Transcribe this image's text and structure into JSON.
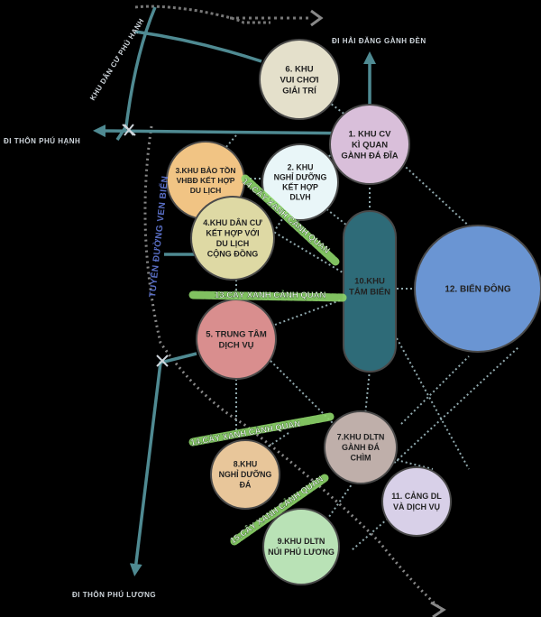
{
  "colors": {
    "background": "#000000",
    "road": "#4f8a92",
    "link": "#8fa8ad",
    "green_belt": "#8ed66b"
  },
  "zones": [
    {
      "id": "z6",
      "label": [
        "6. KHU",
        "VUI CHƠI",
        "GIẢI TRÍ"
      ],
      "color": "#e4e0cb"
    },
    {
      "id": "z1",
      "label": [
        "1. KHU CV",
        "KÌ QUAN",
        "GÀNH ĐÁ ĐĨA"
      ],
      "color": "#d9bfda"
    },
    {
      "id": "z3",
      "label": [
        "3.KHU BẢO TỒN",
        "VHBĐ  KẾT HỢP",
        "DU LỊCH"
      ],
      "color": "#f1c484"
    },
    {
      "id": "z2",
      "label": [
        "2. KHU",
        "NGHỈ DƯỠNG",
        "KẾT HỢP",
        "DLVH"
      ],
      "color": "#e9f6f8"
    },
    {
      "id": "z4",
      "label": [
        "4.KHU DÂN CƯ",
        "KẾT HỢP VỚI",
        "DU LỊCH",
        "CỘNG ĐỒNG"
      ],
      "color": "#ded9a4"
    },
    {
      "id": "z5",
      "label": [
        "5. TRUNG TÂM",
        "DỊCH VỤ"
      ],
      "color": "#d98e8e"
    },
    {
      "id": "z10",
      "label": [
        "10.KHU",
        "TẮM BIỂN"
      ],
      "color": "#2e6b78"
    },
    {
      "id": "z12",
      "label": [
        "12. BIỂN ĐÔNG"
      ],
      "color": "#6a95d3"
    },
    {
      "id": "z7",
      "label": [
        "7.KHU DLTN",
        "GÀNH ĐÁ",
        "CHÌM"
      ],
      "color": "#bfafaa"
    },
    {
      "id": "z8",
      "label": [
        "8.KHU",
        "NGHỈ DƯỠNG",
        "ĐÁ"
      ],
      "color": "#e8c69a"
    },
    {
      "id": "z11",
      "label": [
        "11. CẢNG DL",
        "VÀ DỊCH VỤ"
      ],
      "color": "#d8d0e8"
    },
    {
      "id": "z9",
      "label": [
        "9.KHU DLTN",
        "NÚI PHÚ LƯƠNG"
      ],
      "color": "#b9e2b6"
    }
  ],
  "green_belts": [
    {
      "id": "g14",
      "label": "14.CÂY XANH CẢNH QUAN"
    },
    {
      "id": "g13",
      "label": "13.CÂY XANH CẢNH QUAN"
    },
    {
      "id": "g14b",
      "label": "14.CÂY XANH CẢNH QUAN"
    },
    {
      "id": "g15",
      "label": "15.CÂY XANH CẢNH QUAN"
    }
  ],
  "directions": {
    "hai_dang": "ĐI HẢI ĐĂNG GÀNH ĐÈN",
    "thon_phu_hanh": "ĐI THÔN PHÚ HẠNH",
    "thon_phu_luong": "ĐI THÔN PHÚ LƯƠNG",
    "khu_dan_cu": "KHU DÂN CƯ PHÚ HẠNH"
  },
  "road_label": "TUYẾN ĐƯỜNG VEN BIỂN"
}
